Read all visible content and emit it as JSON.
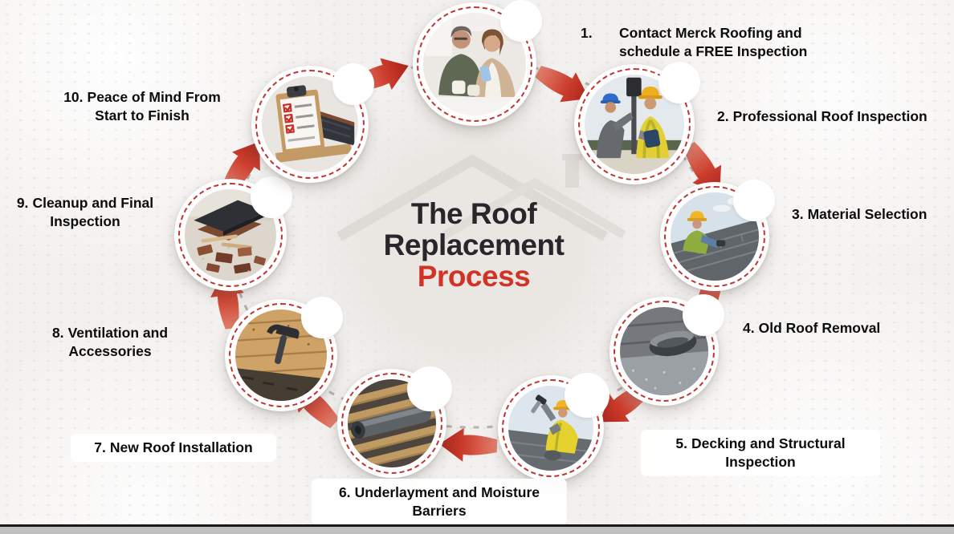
{
  "title": {
    "line1": "The Roof",
    "line2": "Replacement",
    "line3": "Process"
  },
  "steps": [
    {
      "number": "1.",
      "text": "Contact Merck Roofing and schedule a FREE Inspection",
      "photo": "homeowners-reviewing-phone"
    },
    {
      "number": "2.",
      "text": "Professional Roof Inspection",
      "photo": "two-inspectors-with-equipment"
    },
    {
      "number": "3.",
      "text": "Material Selection",
      "photo": "worker-on-shingle-roof"
    },
    {
      "number": "4.",
      "text": "Old Roof Removal",
      "photo": "shingle-being-peeled-off"
    },
    {
      "number": "5.",
      "text": "Decking and Structural Inspection",
      "photo": "worker-hammering-deck"
    },
    {
      "number": "6.",
      "text": "Underlayment and Moisture Barriers",
      "photo": "membrane-roll-on-battens"
    },
    {
      "number": "7.",
      "text": "New Roof Installation",
      "photo": "hammer-on-new-planks"
    },
    {
      "number": "8.",
      "text": "Ventilation and Accessories",
      "photo": null
    },
    {
      "number": "9.",
      "text": "Cleanup and Final Inspection",
      "photo": "shingle-debris-cleanup"
    },
    {
      "number": "10.",
      "text": "Peace of Mind From Start to Finish",
      "photo": "checklist-clipboard-with-samples"
    }
  ],
  "watermark": "roof-outline-with-chimney",
  "colors": {
    "accent_red": "#d13327",
    "title_dark": "#29262b",
    "label_text": "#0d0c0c",
    "arrow_gradient_start": "#e4816f",
    "arrow_gradient_end": "#ad2117",
    "circle_dash_red": "#bf3430",
    "ring_dash_gray": "#a9a6a3",
    "background": "#f3f1ef",
    "bottom_line_dark": "#1a1a1a",
    "bottom_strip_gray": "#c0bfbf"
  }
}
